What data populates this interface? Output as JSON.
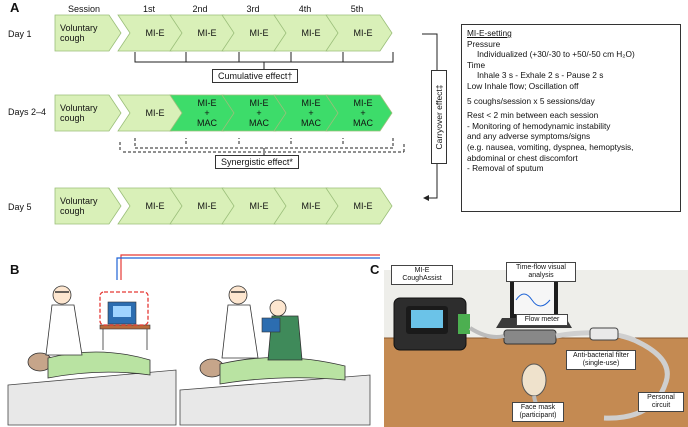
{
  "panel_a": {
    "letter": "A",
    "header": {
      "session": "Session",
      "cols": [
        "1st",
        "2nd",
        "3rd",
        "4th",
        "5th"
      ]
    },
    "rows": [
      {
        "day": "Day 1",
        "first": "Voluntary cough",
        "cells": [
          "MI-E",
          "MI-E",
          "MI-E",
          "MI-E",
          "MI-E"
        ]
      },
      {
        "day": "Days 2–4",
        "first": "Voluntary cough",
        "cells": [
          "MI-E",
          "MI-E + MAC",
          "MI-E + MAC",
          "MI-E + MAC",
          "MI-E + MAC"
        ]
      },
      {
        "day": "Day 5",
        "first": "Voluntary cough",
        "cells": [
          "MI-E",
          "MI-E",
          "MI-E",
          "MI-E",
          "MI-E"
        ]
      }
    ],
    "cumulative_label": "Cumulative effect†",
    "synergistic_label": "Synergistic effect*",
    "carryover_label": "Carryover effect‡",
    "settings": {
      "title": "MI-E-setting",
      "lines": [
        {
          "text": "Pressure",
          "indent": false
        },
        {
          "text": "Individualized (+30/-30 to +50/-50 cm H₂O)",
          "indent": true
        },
        {
          "text": "Time",
          "indent": false
        },
        {
          "text": "Inhale 3 s - Exhale 2 s - Pause 2 s",
          "indent": true
        },
        {
          "text": "Low Inhale flow; Oscillation off",
          "indent": false
        },
        {
          "text": "",
          "indent": false
        },
        {
          "text": "5 coughs/session x 5 sessions/day",
          "indent": false
        },
        {
          "text": "",
          "indent": false
        },
        {
          "text": "Rest < 2 min between each session",
          "indent": false
        },
        {
          "text": "- Monitoring of hemodynamic instability",
          "indent": false
        },
        {
          "text": "  and any adverse symptoms/signs",
          "indent": false
        },
        {
          "text": "  (e.g. nausea, vomiting, dyspnea, hemoptysis,",
          "indent": false
        },
        {
          "text": "abdominal or chest discomfort",
          "indent": false
        },
        {
          "text": "- Removal of sputum",
          "indent": false
        }
      ]
    }
  },
  "panel_b": {
    "letter": "B"
  },
  "panel_c": {
    "letter": "C",
    "labels": {
      "device": "MI-E CoughAssist",
      "visual": "Time-flow visual analysis",
      "flow_meter": "Flow meter",
      "filter": "Anti-bacterial filter (single-use)",
      "mask": "Face mask (participant)",
      "circuit": "Personal circuit"
    }
  },
  "colors": {
    "arrow_light": "#d9f0b8",
    "arrow_bright": "#3ddc6a",
    "arrow_border": "#9bbf7a",
    "red_line": "#e53935",
    "blue_line": "#1e63d6"
  }
}
